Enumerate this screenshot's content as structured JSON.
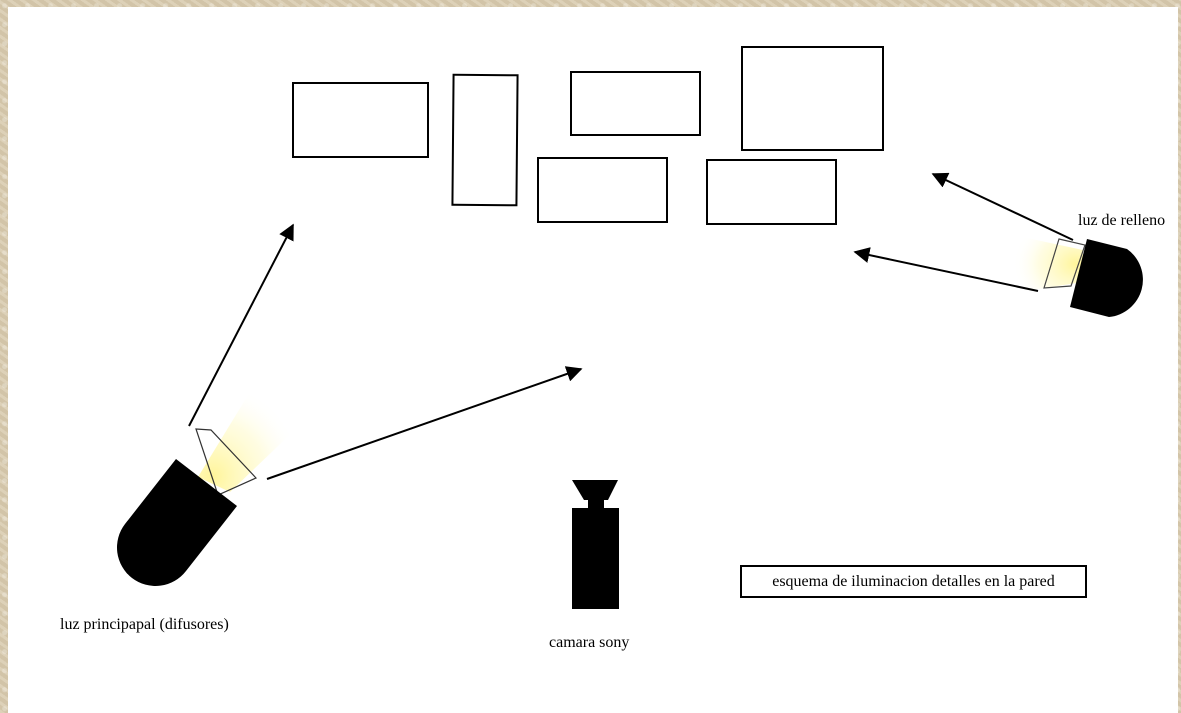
{
  "labels": {
    "key_light": "luz principapal (difusores)",
    "fill_light": "luz de relleno",
    "camera": "camara sony",
    "caption": "esquema de iluminacion detalles en la pared"
  },
  "colors": {
    "background": "#d9ccb0",
    "canvas": "#ffffff",
    "shape": "#000000",
    "beam": "#fff7a8"
  },
  "icons": {
    "key_light": "spotlight-icon",
    "fill_light": "spotlight-icon",
    "camera": "video-camera-icon"
  }
}
